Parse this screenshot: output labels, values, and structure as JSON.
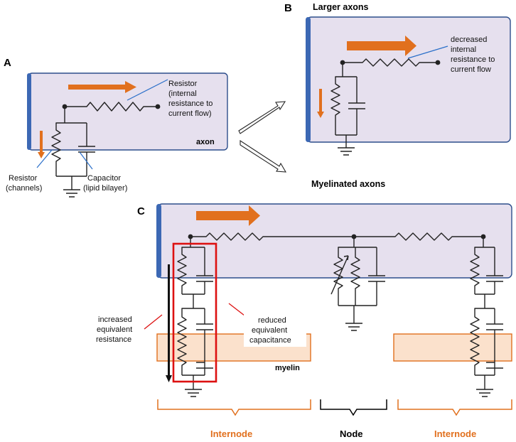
{
  "colors": {
    "axon_fill": "#e6e0ee",
    "axon_border": "#2d4e8c",
    "axon_cap": "#3c68b4",
    "current_arrow": "#e1701e",
    "myelin_fill": "#fbe1cc",
    "myelin_border": "#e1701e",
    "highlight_red": "#dd1111",
    "pointer_blue": "#2a6fc9",
    "internode_orange": "#e1701e",
    "node_black": "#000000"
  },
  "panel_a": {
    "letter": "A",
    "resistor_internal": [
      "Resistor",
      "(internal",
      "resistance to",
      "current flow)"
    ],
    "axon_label": "axon",
    "resistor_channels": [
      "Resistor",
      "(channels)"
    ],
    "capacitor": [
      "Capacitor",
      "(lipid bilayer)"
    ]
  },
  "panel_b": {
    "letter": "B",
    "title": "Larger axons",
    "note": [
      "decreased",
      "internal",
      "resistance to",
      "current flow"
    ]
  },
  "panel_c": {
    "letter": "C",
    "title": "Myelinated axons",
    "increased": [
      "increased",
      "equivalent",
      "resistance"
    ],
    "reduced": [
      "reduced",
      "equivalent",
      "capacitance"
    ],
    "myelin_label": "myelin",
    "segments": {
      "internode_left": "Internode",
      "node": "Node",
      "internode_right": "Internode"
    }
  }
}
